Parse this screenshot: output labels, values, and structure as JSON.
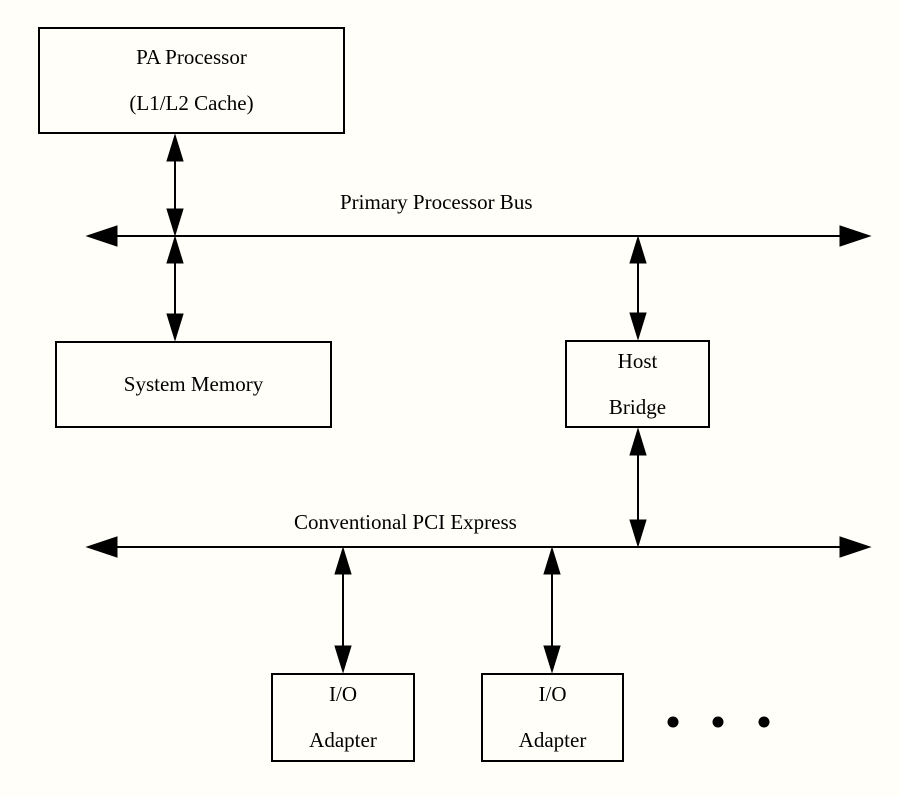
{
  "diagram": {
    "nodes": {
      "pa_processor": {
        "line1": "PA Processor",
        "line2": "(L1/L2 Cache)"
      },
      "system_memory": {
        "line1": "System Memory"
      },
      "host_bridge": {
        "line1": "Host",
        "line2": "Bridge"
      },
      "io_adapter_1": {
        "line1": "I/O",
        "line2": "Adapter"
      },
      "io_adapter_2": {
        "line1": "I/O",
        "line2": "Adapter"
      }
    },
    "buses": {
      "primary_processor_bus": {
        "label": "Primary Processor Bus"
      },
      "conventional_pci_express": {
        "label": "Conventional PCI Express"
      }
    },
    "edges": [
      {
        "from": "pa_processor",
        "to": "primary_processor_bus",
        "type": "bidirectional-arrow"
      },
      {
        "from": "primary_processor_bus",
        "to": "system_memory",
        "type": "bidirectional-arrow"
      },
      {
        "from": "primary_processor_bus",
        "to": "host_bridge",
        "type": "bidirectional-arrow"
      },
      {
        "from": "host_bridge",
        "to": "conventional_pci_express",
        "type": "bidirectional-arrow"
      },
      {
        "from": "conventional_pci_express",
        "to": "io_adapter_1",
        "type": "bidirectional-arrow"
      },
      {
        "from": "conventional_pci_express",
        "to": "io_adapter_2",
        "type": "bidirectional-arrow"
      }
    ],
    "colors": {
      "background": "#fffef8",
      "line": "#000000",
      "text": "#000000"
    }
  }
}
